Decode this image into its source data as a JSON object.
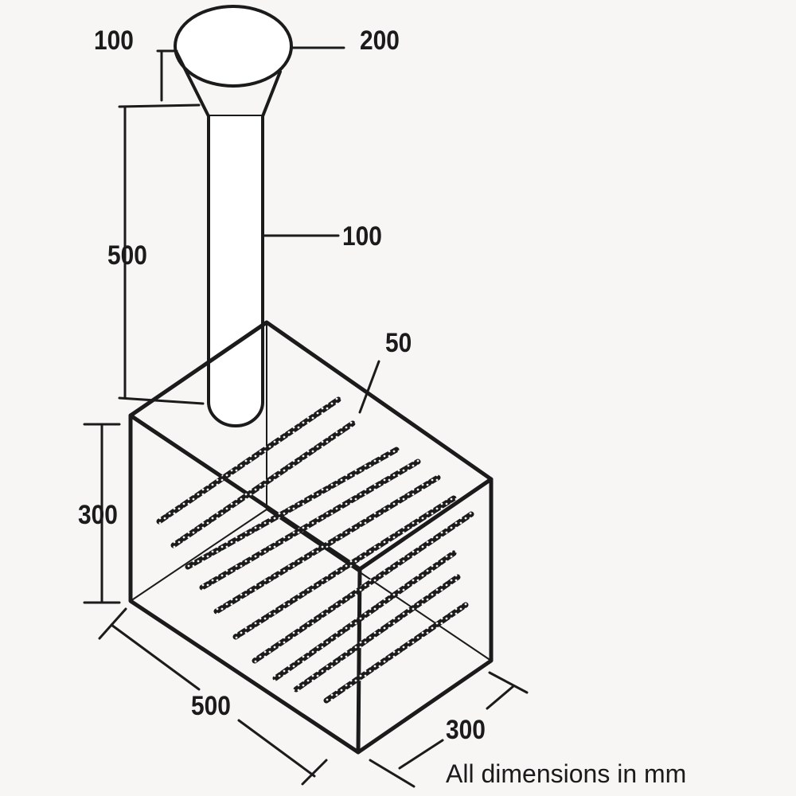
{
  "diagram": {
    "type": "isometric technical drawing",
    "components": [
      {
        "name": "funnel",
        "top_diameter_mm": 200,
        "height_mm": 100
      },
      {
        "name": "pipe",
        "diameter_mm": 100,
        "length_mm": 500
      },
      {
        "name": "box",
        "height_mm": 300,
        "length_mm": 500,
        "width_mm": 300
      },
      {
        "name": "rebars",
        "spacing_mm": 50
      }
    ],
    "labels": {
      "funnel_height": "100",
      "funnel_diameter": "200",
      "pipe_length": "500",
      "pipe_diameter": "100",
      "bar_spacing": "50",
      "box_height": "300",
      "box_length": "500",
      "box_width": "300"
    },
    "note": "All dimensions in mm",
    "colors": {
      "ink": "#1b1b1b",
      "paper": "#f7f6f4"
    }
  }
}
